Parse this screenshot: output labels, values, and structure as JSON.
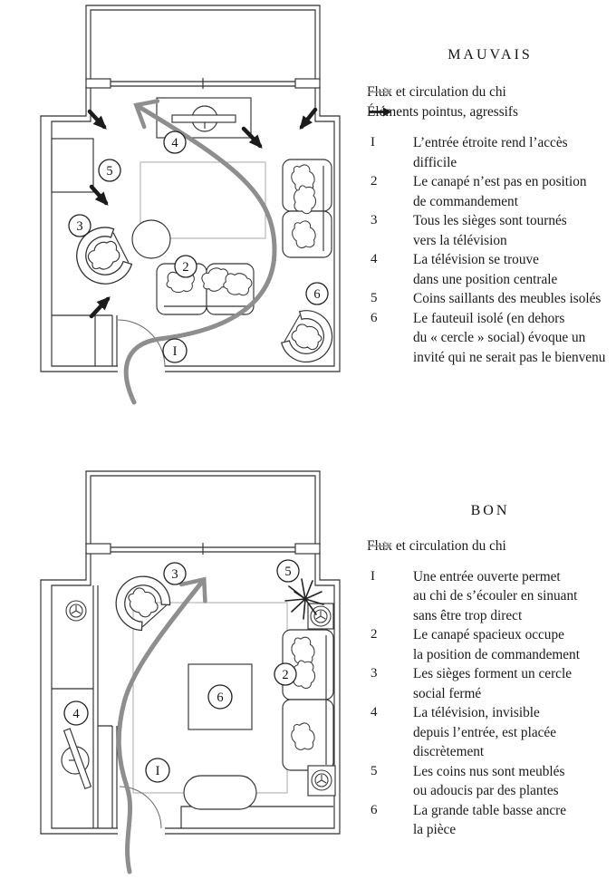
{
  "mauvais": {
    "title": "MAUVAIS",
    "arrows": [
      {
        "icon": "chi",
        "label": "Flux et circulation du chi"
      },
      {
        "icon": "sharp",
        "label": "Éléments pointus, agressifs"
      }
    ],
    "items": [
      {
        "num": "I",
        "lines": [
          "L’entrée étroite rend l’accès difficile"
        ]
      },
      {
        "num": "2",
        "lines": [
          "Le canapé n’est pas en position",
          "de commandement"
        ]
      },
      {
        "num": "3",
        "lines": [
          "Tous les sièges sont tournés",
          "vers la télévision"
        ]
      },
      {
        "num": "4",
        "lines": [
          "La télévision se trouve",
          "dans une position centrale"
        ]
      },
      {
        "num": "5",
        "lines": [
          "Coins saillants des meubles isolés"
        ]
      },
      {
        "num": "6",
        "lines": [
          "Le fauteuil isolé (en dehors",
          "du « cercle » social) évoque un",
          "invité qui ne serait pas le bienvenu"
        ]
      }
    ]
  },
  "bon": {
    "title": "BON",
    "arrows": [
      {
        "icon": "chi",
        "label": "Flux et circulation du chi"
      }
    ],
    "items": [
      {
        "num": "I",
        "lines": [
          "Une entrée ouverte permet",
          "au chi de s’écouler en sinuant",
          "sans être trop direct"
        ]
      },
      {
        "num": "2",
        "lines": [
          "Le canapé spacieux occupe",
          "la position de commandement"
        ]
      },
      {
        "num": "3",
        "lines": [
          "Les sièges forment un cercle",
          "social fermé"
        ]
      },
      {
        "num": "4",
        "lines": [
          "La télévision, invisible",
          "depuis l’entrée, est placée",
          "discrètement"
        ]
      },
      {
        "num": "5",
        "lines": [
          "Les coins nus sont meublés",
          "ou adoucis par des plantes"
        ]
      },
      {
        "num": "6",
        "lines": [
          "La grande table basse ancre",
          "la pièce"
        ]
      }
    ]
  },
  "plan_labels": {
    "n1": "I",
    "n2": "2",
    "n3": "3",
    "n4": "4",
    "n5": "5",
    "n6": "6"
  },
  "colors": {
    "paper": "#ffffff",
    "ink": "#2f2f2f",
    "furniture_line": "#333333",
    "chi_arrow": "#8e8e8e",
    "sharp_arrow": "#1b1b1b",
    "faint_line": "#a0a0a0"
  }
}
